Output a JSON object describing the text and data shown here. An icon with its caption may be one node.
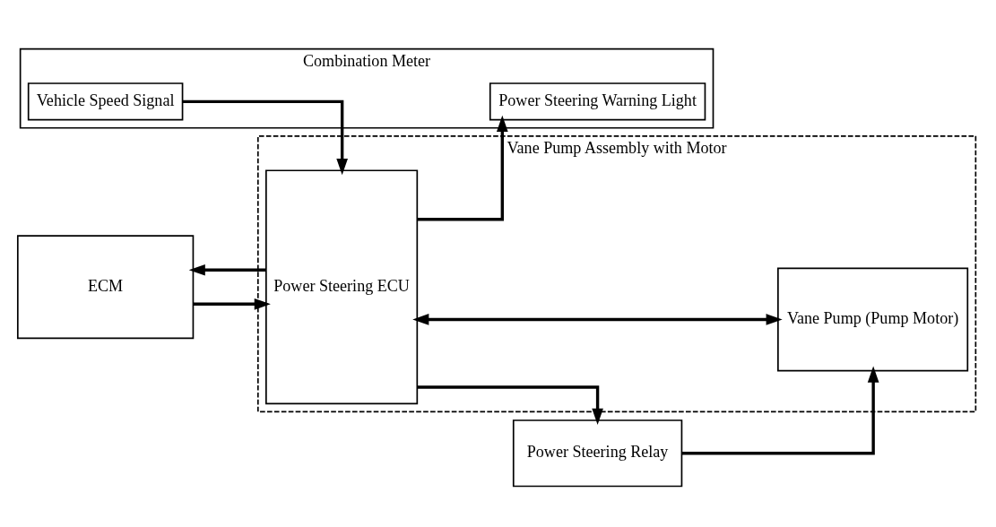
{
  "diagram": {
    "nodes": [
      {
        "text": [
          "Combination Meter"
        ]
      },
      {
        "text": [
          "Vehicle Speed Signal"
        ],
        "in": 0
      },
      {
        "text": [
          "Power Steering Warning Light"
        ],
        "in": 0
      },
      {
        "text": [
          "ECM"
        ]
      },
      {
        "text": [
          "Vane Pump Assembly with Motor"
        ]
      },
      {
        "text": [
          "Power Steering ECU"
        ],
        "in": 4
      },
      {
        "text": [
          "Power Steering Relay"
        ]
      },
      {
        "text": [
          "Vane Pump (Pump Motor)"
        ],
        "in": 4
      }
    ],
    "edges": [
      {
        "from": 1,
        "to": 5,
        "arrow": "to"
      },
      {
        "from": 5,
        "to": 2,
        "arrow": "to"
      },
      {
        "from": 3,
        "to": 5,
        "arrow": "to"
      },
      {
        "from": 5,
        "to": 3,
        "arrow": "to"
      },
      {
        "from": 5,
        "to": 6,
        "arrow": "to"
      },
      {
        "from": 6,
        "to": 7,
        "arrow": "to"
      },
      {
        "from": 5,
        "to": 7,
        "arrow": "both"
      }
    ]
  }
}
